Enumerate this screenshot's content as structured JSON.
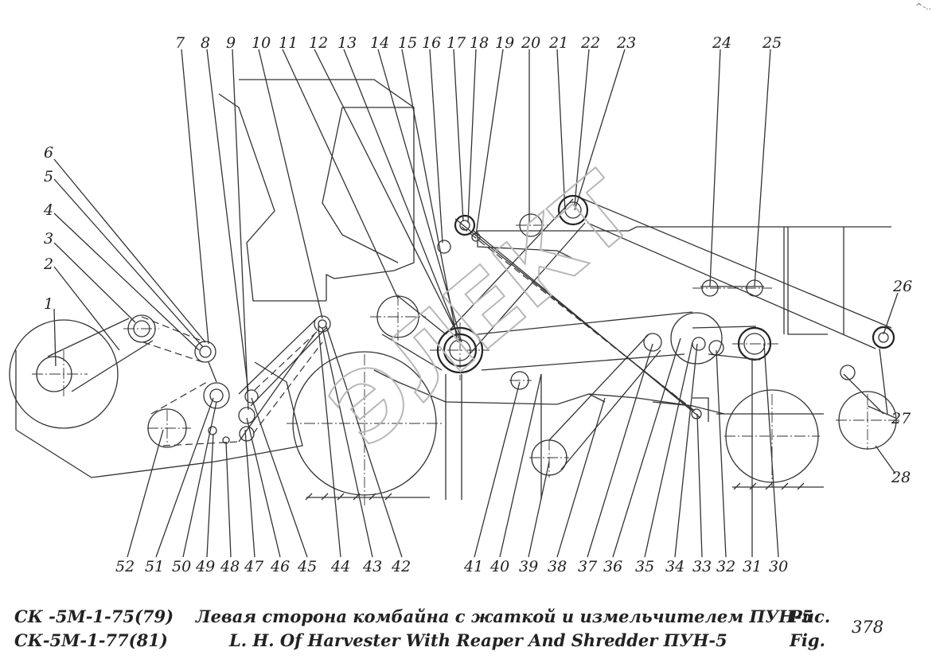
{
  "callouts_top": [
    "7",
    "8",
    "9",
    "10",
    "11",
    "12",
    "13",
    "14",
    "15",
    "16",
    "17",
    "18",
    "19",
    "20",
    "21",
    "22",
    "23",
    "24",
    "25"
  ],
  "callouts_left": [
    "6",
    "5",
    "4",
    "3",
    "2",
    "1"
  ],
  "callouts_right": [
    "26",
    "27",
    "28"
  ],
  "callouts_bottom": [
    "52",
    "51",
    "50",
    "49",
    "48",
    "47",
    "46",
    "45",
    "44",
    "43",
    "42",
    "41",
    "40",
    "39",
    "38",
    "37",
    "36",
    "35",
    "34",
    "33",
    "32",
    "31",
    "30"
  ],
  "watermark": "ЭЛЕКТ",
  "corner_mark": "^-..",
  "caption": {
    "model_line1": "СК -5М-1-75(79)",
    "model_line2": "СК-5М-1-77(81)",
    "title_ru": "Левая сторона комбайна с жаткой и измельчителем ПУН-5",
    "title_en": "L. H. Of Harvester With Reaper And Shredder ПУН-5",
    "fig_ru": "Рис.",
    "fig_en": "Fig.",
    "fig_number": "378"
  }
}
